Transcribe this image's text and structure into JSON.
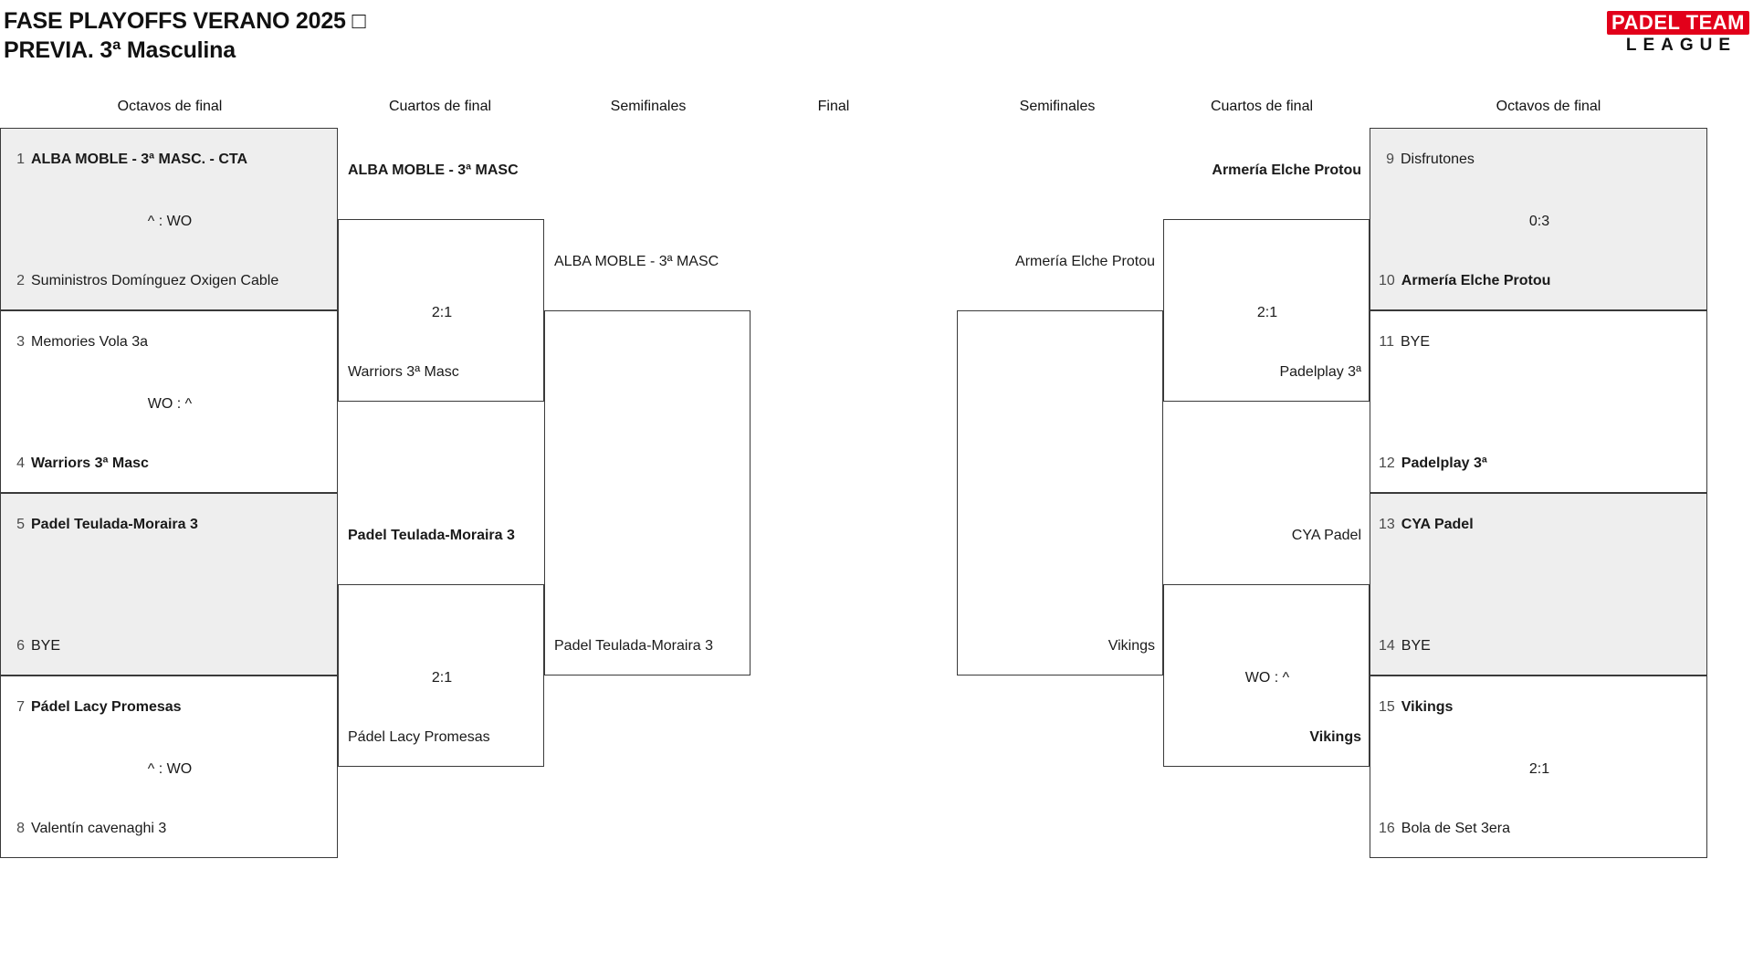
{
  "header": {
    "title": "FASE PLAYOFFS VERANO 2025 □\nPREVIA. 3ª Masculina",
    "logo_top": "PADEL TEAM",
    "logo_bottom": "LEAGUE",
    "logo_color": "#e2001a"
  },
  "round_headers": {
    "left": [
      "Octavos de final",
      "Cuartos de final",
      "Semifinales"
    ],
    "center": "Final",
    "right": [
      "Semifinales",
      "Cuartos de final",
      "Octavos de final"
    ]
  },
  "bracket": {
    "left_r16": [
      {
        "top": {
          "seed": "1",
          "name": "ALBA MOBLE - 3ª MASC. - CTA",
          "winner": true
        },
        "bottom": {
          "seed": "2",
          "name": "Suministros Domínguez Oxigen Cable",
          "winner": false
        },
        "score": "^ : WO",
        "shaded": true
      },
      {
        "top": {
          "seed": "3",
          "name": "Memories Vola 3a",
          "winner": false
        },
        "bottom": {
          "seed": "4",
          "name": "Warriors 3ª Masc",
          "winner": true
        },
        "score": "WO : ^",
        "shaded": false
      },
      {
        "top": {
          "seed": "5",
          "name": "Padel Teulada-Moraira 3",
          "winner": true
        },
        "bottom": {
          "seed": "6",
          "name": "BYE",
          "winner": false
        },
        "score": "",
        "shaded": true
      },
      {
        "top": {
          "seed": "7",
          "name": "Pádel Lacy Promesas",
          "winner": true
        },
        "bottom": {
          "seed": "8",
          "name": "Valentín cavenaghi 3",
          "winner": false
        },
        "score": "^ : WO",
        "shaded": false
      }
    ],
    "left_qf": [
      {
        "top": {
          "name": "ALBA MOBLE - 3ª MASC",
          "winner": true
        },
        "bottom": {
          "name": "Warriors 3ª Masc",
          "winner": false
        },
        "score": "2:1"
      },
      {
        "top": {
          "name": "Padel Teulada-Moraira 3",
          "winner": true
        },
        "bottom": {
          "name": "Pádel Lacy Promesas",
          "winner": false
        },
        "score": "2:1"
      }
    ],
    "left_sf": [
      {
        "top": {
          "name": "ALBA MOBLE - 3ª MASC",
          "winner": false
        },
        "bottom": {
          "name": "Padel Teulada-Moraira 3",
          "winner": false
        },
        "score": ""
      }
    ],
    "right_r16": [
      {
        "top": {
          "seed": "9",
          "name": "Disfrutones",
          "winner": false
        },
        "bottom": {
          "seed": "10",
          "name": "Armería Elche Protou",
          "winner": true
        },
        "score": "0:3",
        "shaded": true
      },
      {
        "top": {
          "seed": "11",
          "name": "BYE",
          "winner": false
        },
        "bottom": {
          "seed": "12",
          "name": "Padelplay 3ª",
          "winner": true
        },
        "score": "",
        "shaded": false
      },
      {
        "top": {
          "seed": "13",
          "name": "CYA Padel",
          "winner": true
        },
        "bottom": {
          "seed": "14",
          "name": "BYE",
          "winner": false
        },
        "score": "",
        "shaded": true
      },
      {
        "top": {
          "seed": "15",
          "name": "Vikings",
          "winner": true
        },
        "bottom": {
          "seed": "16",
          "name": "Bola de Set 3era",
          "winner": false
        },
        "score": "2:1",
        "shaded": false
      }
    ],
    "right_qf": [
      {
        "top": {
          "name": "Armería Elche Protou",
          "winner": true
        },
        "bottom": {
          "name": "Padelplay 3ª",
          "winner": false
        },
        "score": "2:1"
      },
      {
        "top": {
          "name": "CYA Padel",
          "winner": false
        },
        "bottom": {
          "name": "Vikings",
          "winner": true
        },
        "score": "WO : ^"
      }
    ],
    "right_sf": [
      {
        "top": {
          "name": "Armería Elche Protou",
          "winner": false
        },
        "bottom": {
          "name": "Vikings",
          "winner": false
        },
        "score": ""
      }
    ]
  }
}
